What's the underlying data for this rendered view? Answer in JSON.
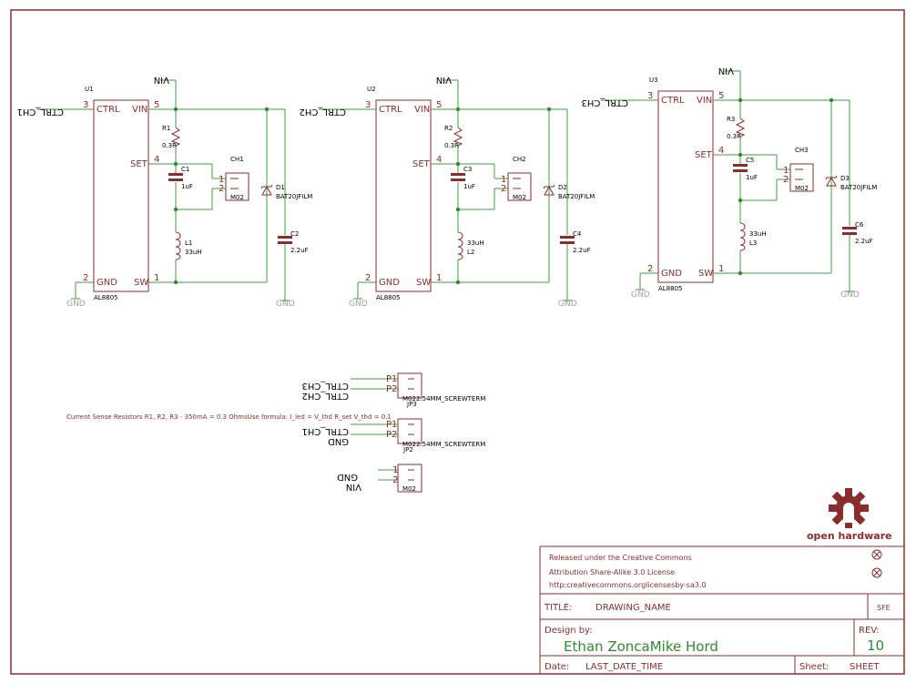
{
  "channels": [
    {
      "u_ref": "U1",
      "u_value": "AL8805",
      "ctrl_net": "CTRL_CH1",
      "r_ref": "R1",
      "r_value": "0.3R",
      "c_set_ref": "C1",
      "c_set_value": "1uF",
      "conn_ref": "CH1",
      "conn_value": "M02",
      "d_ref": "D1",
      "d_value": "BAT20JFILM",
      "c_out_ref": "C2",
      "c_out_value": "2.2uF",
      "l_ref": "L1",
      "l_value": "33uH",
      "l_order": [
        "ref",
        "value"
      ]
    },
    {
      "u_ref": "U2",
      "u_value": "AL8805",
      "ctrl_net": "CTRL_CH2",
      "r_ref": "R2",
      "r_value": "0.3R",
      "c_set_ref": "C3",
      "c_set_value": "1uF",
      "conn_ref": "CH2",
      "conn_value": "M02",
      "d_ref": "D2",
      "d_value": "BAT20JFILM",
      "c_out_ref": "C4",
      "c_out_value": "2.2uF",
      "l_ref": "L2",
      "l_value": "33uH",
      "l_order": [
        "value",
        "ref"
      ]
    },
    {
      "u_ref": "U3",
      "u_value": "AL8805",
      "ctrl_net": "CTRL_CH3",
      "r_ref": "R3",
      "r_value": "0.3R",
      "c_set_ref": "C5",
      "c_set_value": "1uF",
      "conn_ref": "CH3",
      "conn_value": "M02",
      "d_ref": "D3",
      "d_value": "BAT20JFILM",
      "c_out_ref": "C6",
      "c_out_value": "2.2uF",
      "l_ref": "L3",
      "l_value": "33uH",
      "l_order": [
        "value",
        "ref"
      ]
    }
  ],
  "pin_names": {
    "ctrl": "CTRL",
    "vin": "VIN",
    "set": "SET",
    "gnd": "GND",
    "sw": "SW"
  },
  "pin_numbers": {
    "ctrl": "3",
    "vin": "5",
    "set": "4",
    "gnd": "2",
    "sw": "1",
    "conn_1": "1",
    "conn_2": "2"
  },
  "nets": {
    "vin": "VIN",
    "gnd": "GND"
  },
  "connectors": [
    {
      "ref": "JP3",
      "value": "M022.54MM_SCREWTERM",
      "pin1": "P1",
      "pin2": "P2",
      "net1": "CTRL_CH3",
      "net2": "CTRL_CH2"
    },
    {
      "ref": "JP2",
      "value": "M022.54MM_SCREWTERM",
      "pin1": "P1",
      "pin2": "P2",
      "net1": "CTRL_CH1",
      "net2": "GND"
    },
    {
      "ref": "",
      "value": "M02",
      "pin1": "1",
      "pin2": "2",
      "net1": "GND",
      "net2": "VIN"
    }
  ],
  "note": "Current Sense Resistors R1, R2, R3 - 350mA = 0.3 OhmsUse formula: I_led = V_thd R_set V_thd = 0.1",
  "logo_text": "open hardware",
  "title_block": {
    "license_line1": "Released under the Creative Commons",
    "license_line2": "Attribution Share-Alike 3.0 License",
    "license_line3": "http:creativecommons.orglicensesby-sa3.0",
    "title_label": "TITLE:",
    "title_value": "DRAWING_NAME",
    "company": "SFE",
    "design_label": "Design by:",
    "designer": "Ethan ZoncaMike Hord",
    "rev_label": "REV:",
    "rev_value": "10",
    "date_label": "Date:",
    "date_value": "LAST_DATE_TIME",
    "sheet_label": "Sheet:",
    "sheet_value": "SHEET"
  },
  "colors": {
    "component": "#8b2d2d",
    "wire": "#3f9e3f",
    "junction": "#2e8b2e",
    "ground_label": "#a0a0a0"
  }
}
